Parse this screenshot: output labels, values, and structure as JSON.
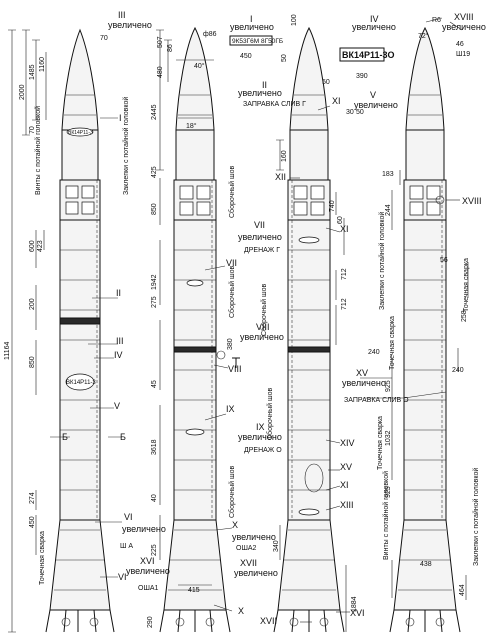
{
  "labels": {
    "roman": [
      "I",
      "II",
      "III",
      "IV",
      "V",
      "VI",
      "VII",
      "VIII",
      "IX",
      "X",
      "XI",
      "XII",
      "XIII",
      "XIV",
      "XV",
      "XVI",
      "XVII",
      "XVIII"
    ],
    "uvelicheno": "увеличено",
    "zapravka_g": "ЗАПРАВКА СЛИВ Г",
    "zapravka_o": "ЗАПРАВКА СЛИВ О",
    "drenazh_g": "ДРЕНАЖ Г",
    "drenazh_o": "ДРЕНАЖ О",
    "stamp_1": "ВК14Р11-3",
    "stamp_2": "9К53Г6М 8Г50ГБ",
    "stamp_3": "ВК14Р11-3О",
    "sha": "Ш А",
    "sha1": "ОША1",
    "sha2": "ОША2",
    "sboroch_shov": "Сборочный шов",
    "tochechn_svarka": "Точечная сварка",
    "vinty": "Винты с потайной головкой",
    "zaklepki": "Заклепки с потайной головкой",
    "section_b": "Б"
  },
  "dims": {
    "total": "11164",
    "d_2000": "2000",
    "d_1485": "1485",
    "d_1160": "1160",
    "d_70": "70",
    "d_600": "600",
    "d_423": "423",
    "d_200": "200",
    "d_850": "850",
    "d_274": "274",
    "d_450": "450",
    "d_2445": "2445",
    "d_507": "507",
    "d_480": "480",
    "d_86": "86",
    "d_425": "425",
    "d_850b": "850",
    "d_1942": "1942",
    "d_275": "275",
    "d_45": "45",
    "d_3618": "3618",
    "d_40": "40",
    "d_225": "225",
    "d_415": "415",
    "d_290": "290",
    "d_phi86": "ф86",
    "d_450b": "450",
    "d_40deg": "40°",
    "d_18deg": "18°",
    "d_50": "50",
    "d_100": "100",
    "d_160": "160",
    "d_30": "30",
    "d_380": "380",
    "d_240": "240",
    "d_740": "740",
    "d_712": "712",
    "d_712b": "712",
    "d_340": "340",
    "d_60": "60",
    "d_R6": "R6",
    "d_72deg": "72°",
    "d_390": "390",
    "d_1884": "1884",
    "d_183": "183",
    "d_244": "244",
    "d_56": "56",
    "d_258": "258",
    "d_240b": "240",
    "d_925": "925",
    "d_1032": "1032",
    "d_925b": "925",
    "d_438": "438",
    "d_464": "464",
    "d_46": "46",
    "d_sh19": "Ш19"
  }
}
